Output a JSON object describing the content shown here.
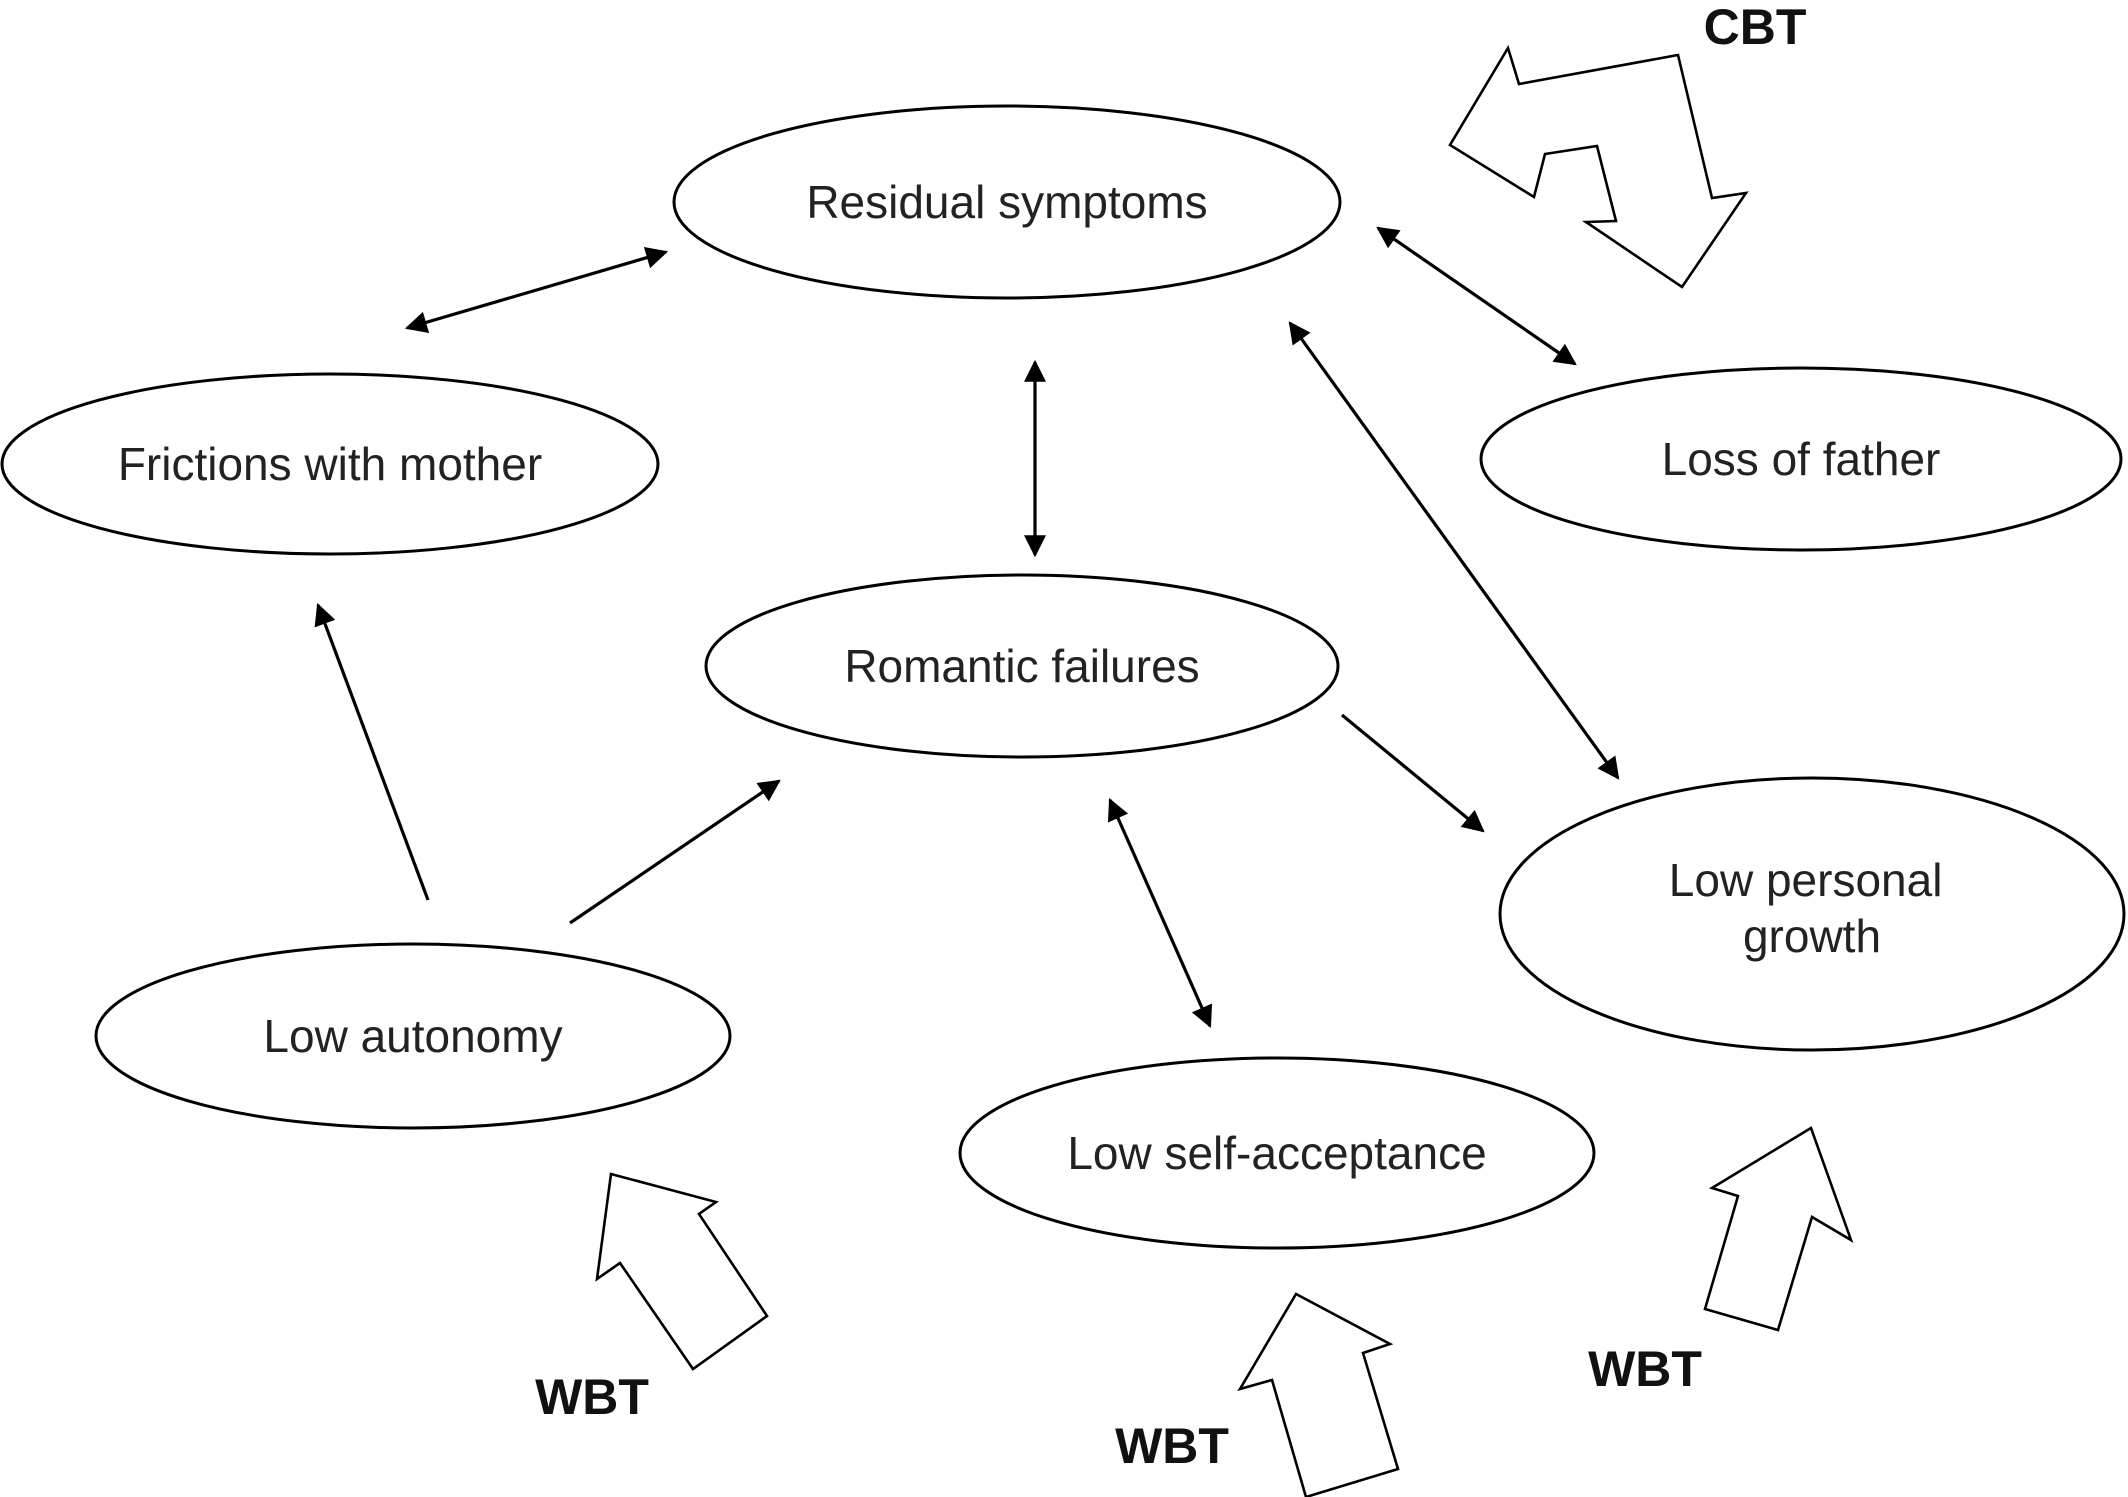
{
  "nodes": {
    "residual_symptoms": "Residual symptoms",
    "frictions_with_mother": "Frictions with mother",
    "loss_of_father": "Loss of father",
    "romantic_failures": "Romantic failures",
    "low_personal_growth_line1": "Low personal",
    "low_personal_growth_line2": "growth",
    "low_autonomy": "Low autonomy",
    "low_self_acceptance": "Low self-acceptance"
  },
  "therapies": {
    "cbt": "CBT",
    "wbt_autonomy": "WBT",
    "wbt_self_acceptance": "WBT",
    "wbt_personal_growth": "WBT"
  },
  "relations": [
    {
      "from": "Frictions with mother",
      "to": "Residual symptoms",
      "direction": "both"
    },
    {
      "from": "Residual symptoms",
      "to": "Loss of father",
      "direction": "both"
    },
    {
      "from": "Residual symptoms",
      "to": "Romantic failures",
      "direction": "both"
    },
    {
      "from": "Residual symptoms",
      "to": "Low personal growth",
      "direction": "both"
    },
    {
      "from": "Romantic failures",
      "to": "Low personal growth",
      "direction": "forward"
    },
    {
      "from": "Romantic failures",
      "to": "Low self-acceptance",
      "direction": "both"
    },
    {
      "from": "Low autonomy",
      "to": "Frictions with mother",
      "direction": "forward"
    },
    {
      "from": "Low autonomy",
      "to": "Romantic failures",
      "direction": "forward"
    }
  ]
}
